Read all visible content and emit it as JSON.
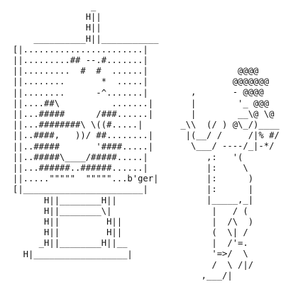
{
  "artwork": {
    "lines": [
      "               _",
      "              H||",
      "              H||",
      "    __________H||___________",
      "[|.......................|",
      "||.........## --.#.......|",
      "||.........  #  #  ......|",
      "||........       *  .....|",
      "||........      -^.......|",
      "||....##\\          .......|",
      "||...#####      /###......|",
      "||...########\\ \\((#.....|",
      "||..####,   ))/ ##........|",
      "||..#####       '####.....|",
      "||..#####\\____/#####.....|",
      "||...######..######......|",
      "||.....\"\"\"\"\"  \"\"\"\"\"...b'ger|",
      "[|_______________________|",
      "      H||________H||",
      "      H||________\\|",
      "      H||         H||",
      "      H||         H||",
      "     _H||________H||__",
      "  H|__________________|"
    ],
    "figure_lines": [
      "            @@@@",
      "           @@@@@@@",
      "   ,       - @@@@",
      "   |        '_ @@@",
      "   |        __\\@ \\@",
      " _\\\\  (/ ) @\\_/)____",
      "  |(__/ /     /|% #/",
      "   \\___/ ----/_|-*/",
      "      ,:   '(",
      "      |:     \\",
      "      |:      )",
      "      |:      |",
      "      |_____,_|",
      "       |   / (",
      "       |  /\\  )",
      "       (  \\| /",
      "       |  /'=.",
      "       '=>/  \\",
      "       /  \\ /|/",
      "     ,___/|"
    ]
  }
}
